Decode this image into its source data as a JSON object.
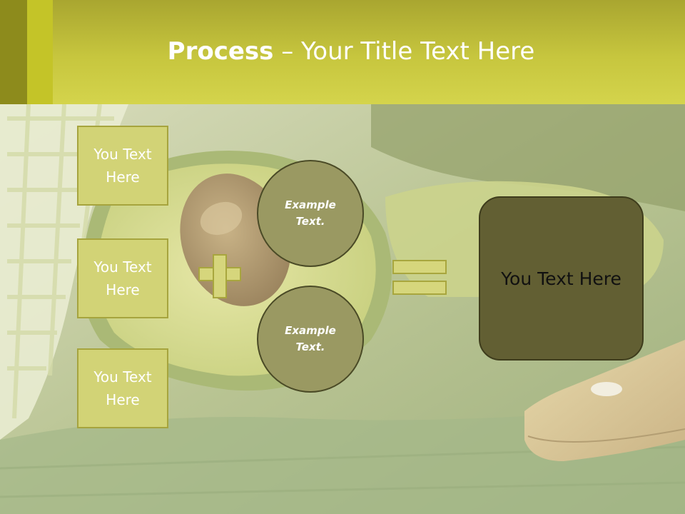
{
  "title": {
    "bold": "Process",
    "dash": " – ",
    "rest": "Your Title Text Here"
  },
  "boxes": [
    {
      "text": "You Text Here"
    },
    {
      "text": "You Text Here"
    },
    {
      "text": "You Text Here"
    }
  ],
  "circles": [
    {
      "text": "Example Text."
    },
    {
      "text": "Example Text."
    }
  ],
  "result": {
    "text": "You Text Here"
  },
  "colors": {
    "header": "#c7c63e",
    "box_fill": "#d2d376",
    "circle_fill": "#9a9962",
    "result_fill": "#625f33"
  }
}
